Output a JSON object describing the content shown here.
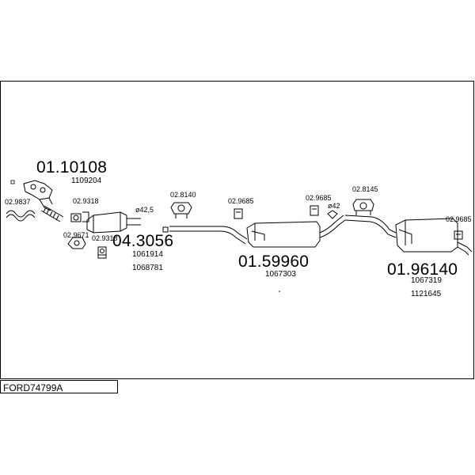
{
  "diagram_code": "FORD74799A",
  "parts": [
    {
      "number": "01.10108",
      "refs": [
        "1109204"
      ]
    },
    {
      "number": "04.3056",
      "refs": [
        "1061914",
        "1068781"
      ]
    },
    {
      "number": "01.59960",
      "refs": [
        "1067303"
      ]
    },
    {
      "number": "01.96140",
      "refs": [
        "1067319",
        "1121645"
      ]
    }
  ],
  "fittings": [
    "02.9837",
    "02.9318",
    "02.9671",
    "02.9318",
    "02.8140",
    "02.9685",
    "02.9685",
    "02.8145",
    "02.9685"
  ],
  "dimensions": [
    "ø42,5",
    "ø42"
  ],
  "colors": {
    "line": "#000000",
    "background": "#ffffff"
  }
}
